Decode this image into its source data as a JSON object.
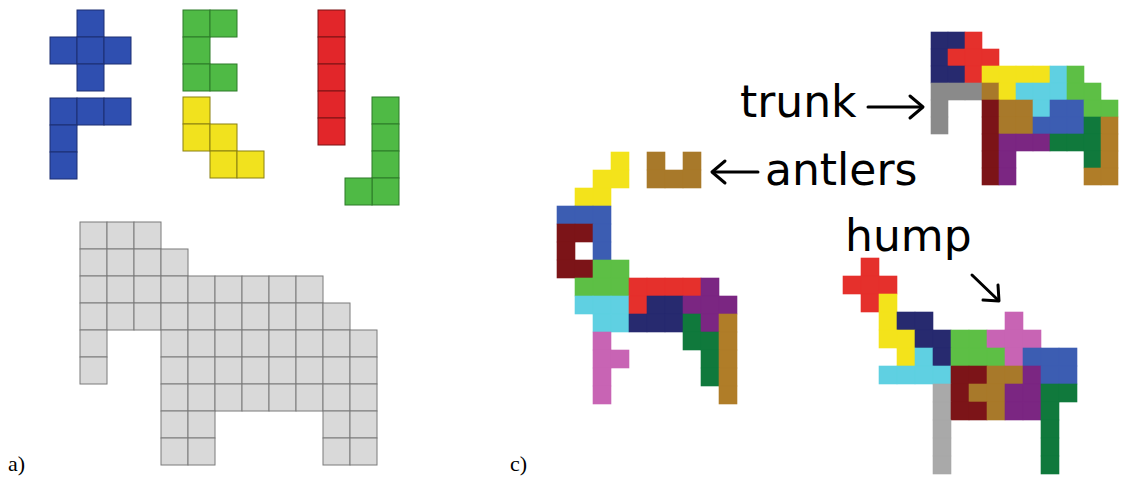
{
  "diagram": {
    "labels": [
      "trunk",
      "antlers",
      "hump",
      "a)",
      "c)"
    ]
  }
}
